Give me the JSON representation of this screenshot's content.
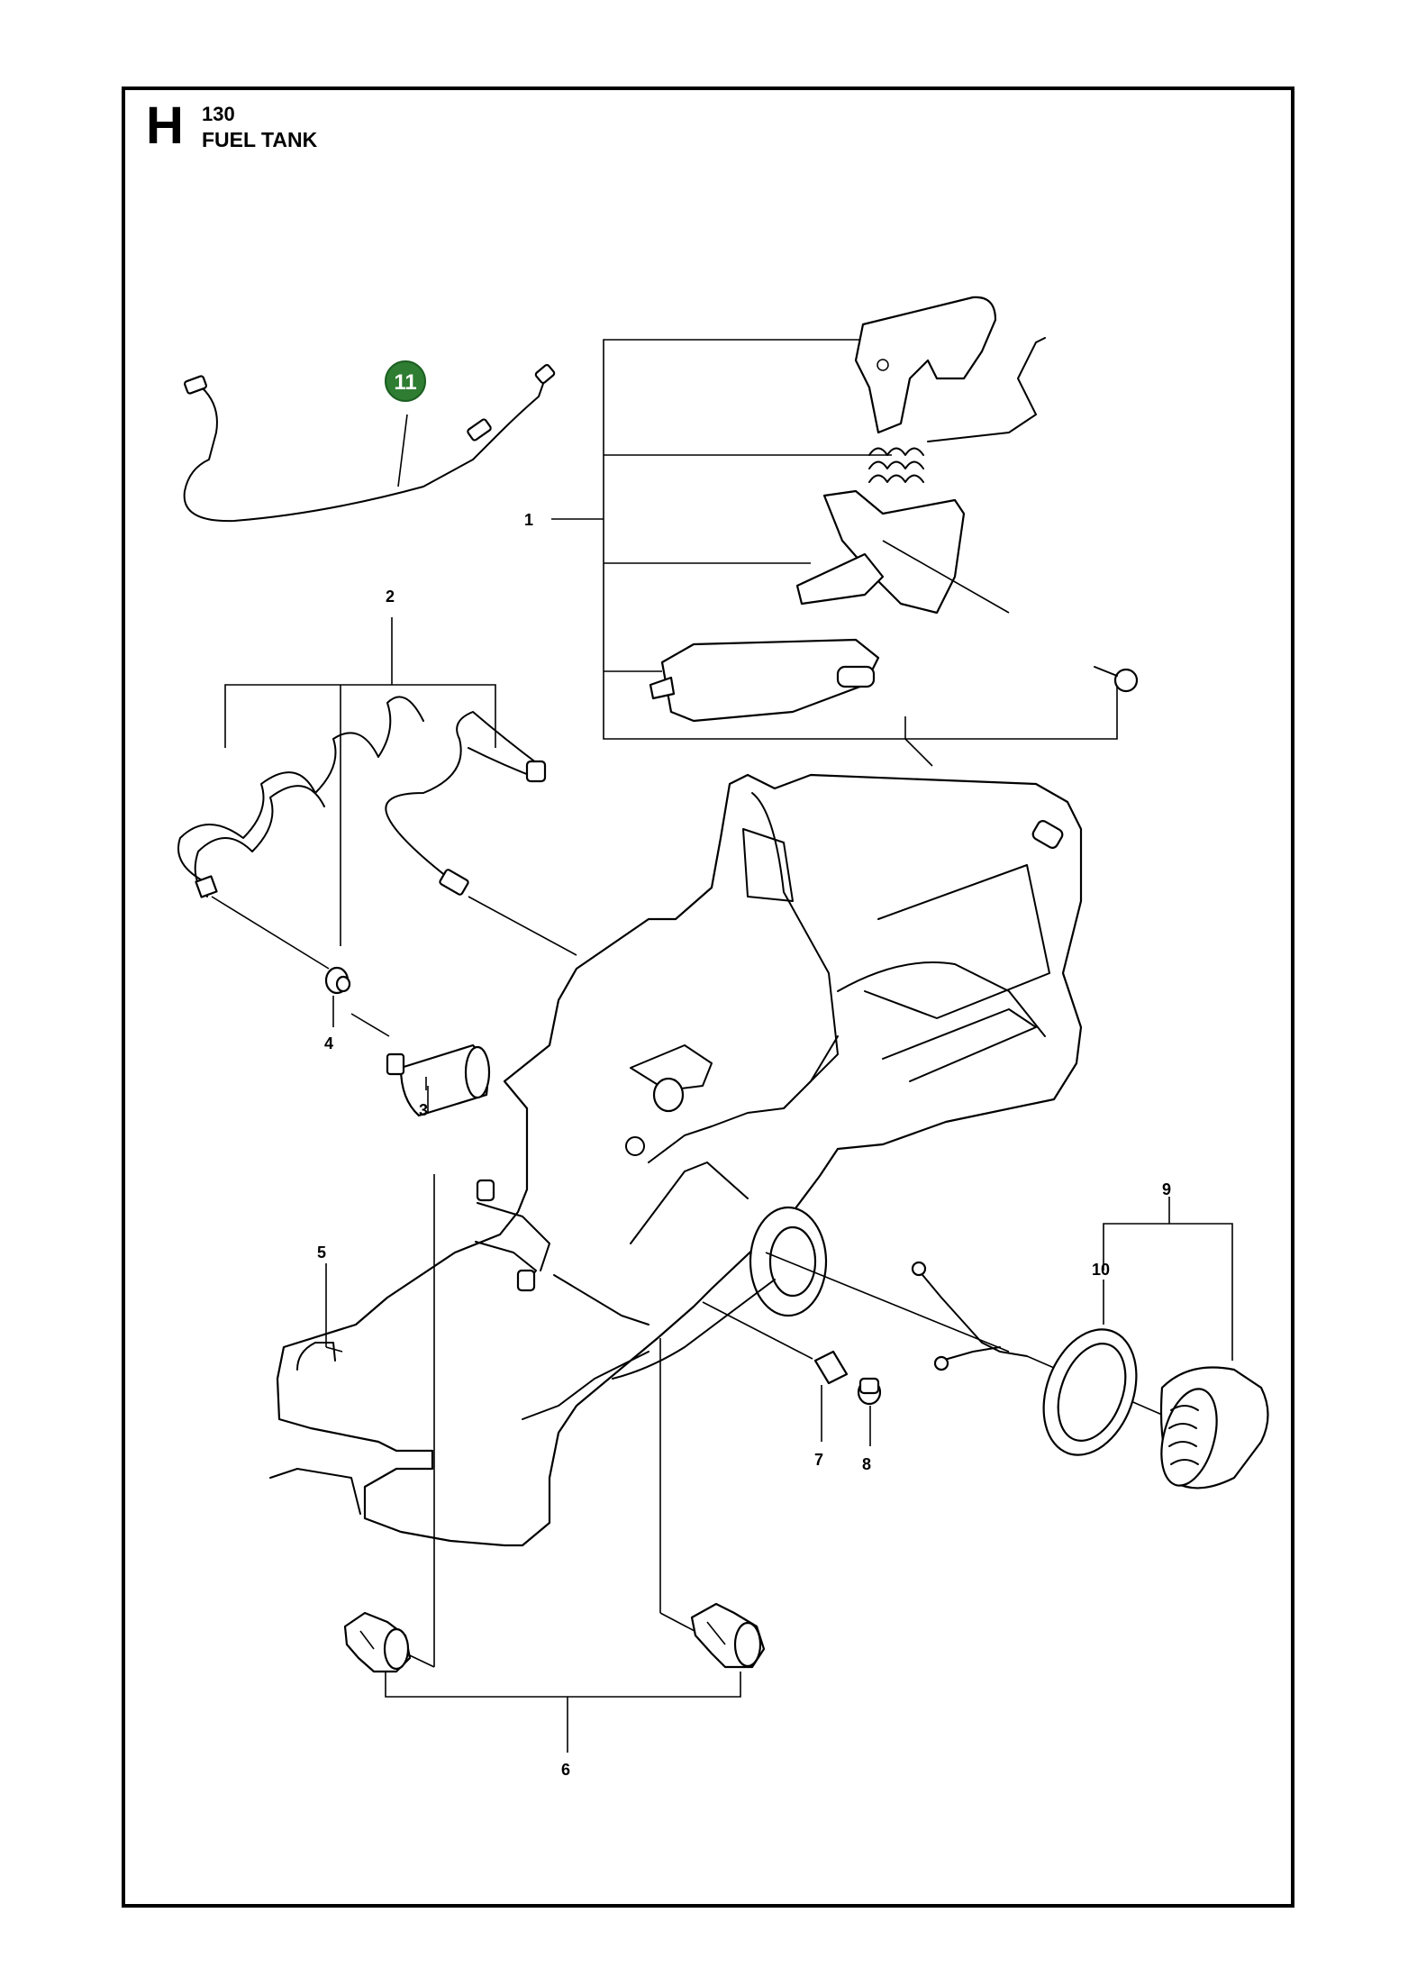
{
  "section": {
    "letter": "H",
    "number": "130",
    "title": "FUEL TANK"
  },
  "badge": {
    "label": "11",
    "color": "#2e7d32"
  },
  "callouts": {
    "c1": "1",
    "c2": "2",
    "c3": "3",
    "c4": "4",
    "c5": "5",
    "c6": "6",
    "c7": "7",
    "c8": "8",
    "c9": "9",
    "c10": "10"
  },
  "colors": {
    "line": "#000000",
    "background": "#ffffff",
    "badge": "#2e7d32"
  }
}
